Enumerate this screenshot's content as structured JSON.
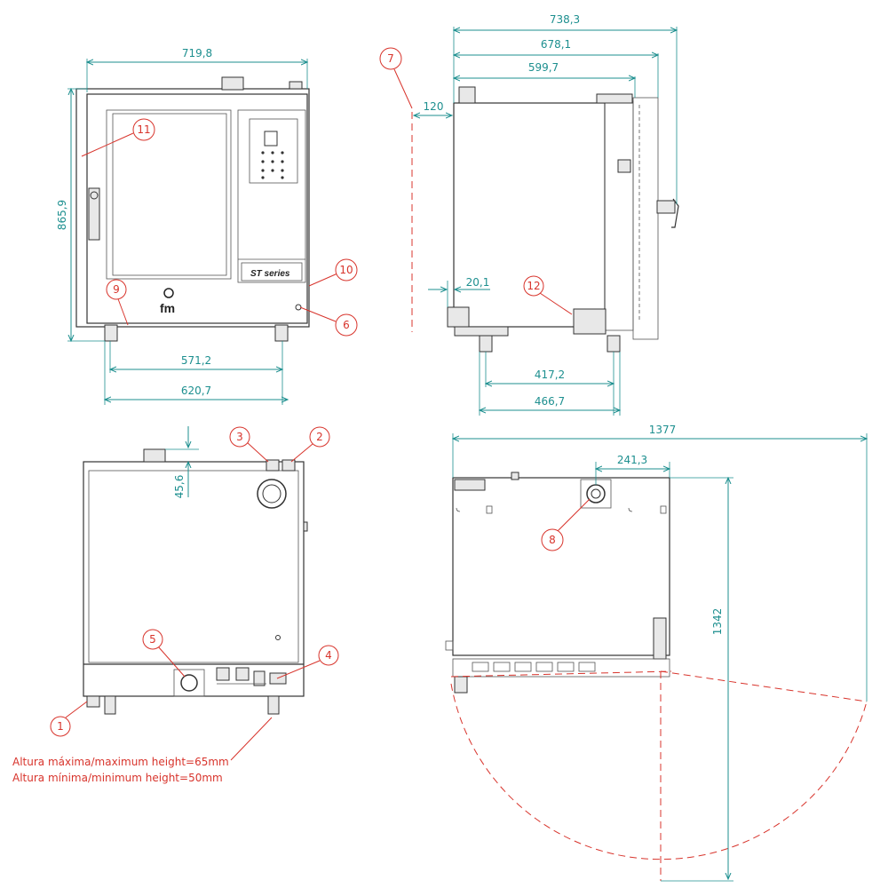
{
  "dimensions": {
    "front_width": "719,8",
    "front_height": "865,9",
    "front_feet_inner": "571,2",
    "front_feet_outer": "620,7",
    "side_total": "738,3",
    "side_mid": "678,1",
    "side_body": "599,7",
    "side_clearance": "120",
    "side_small": "20,1",
    "side_feet_inner": "417,2",
    "side_feet_outer": "466,7",
    "rear_offset": "45,6",
    "top_total": "1377",
    "top_offset": "241,3",
    "top_depth": "1342"
  },
  "callouts": [
    "1",
    "2",
    "3",
    "4",
    "5",
    "6",
    "7",
    "8",
    "9",
    "10",
    "11",
    "12"
  ],
  "brand": {
    "logo_text": "fm",
    "series_text": "ST series"
  },
  "note": {
    "line1": "Altura máxima/maximum height=65mm",
    "line2": "Altura mínima/minimum height=50mm"
  },
  "colors": {
    "dimension": "#1d8f8f",
    "callout": "#d8342c",
    "outline": "#333333"
  }
}
